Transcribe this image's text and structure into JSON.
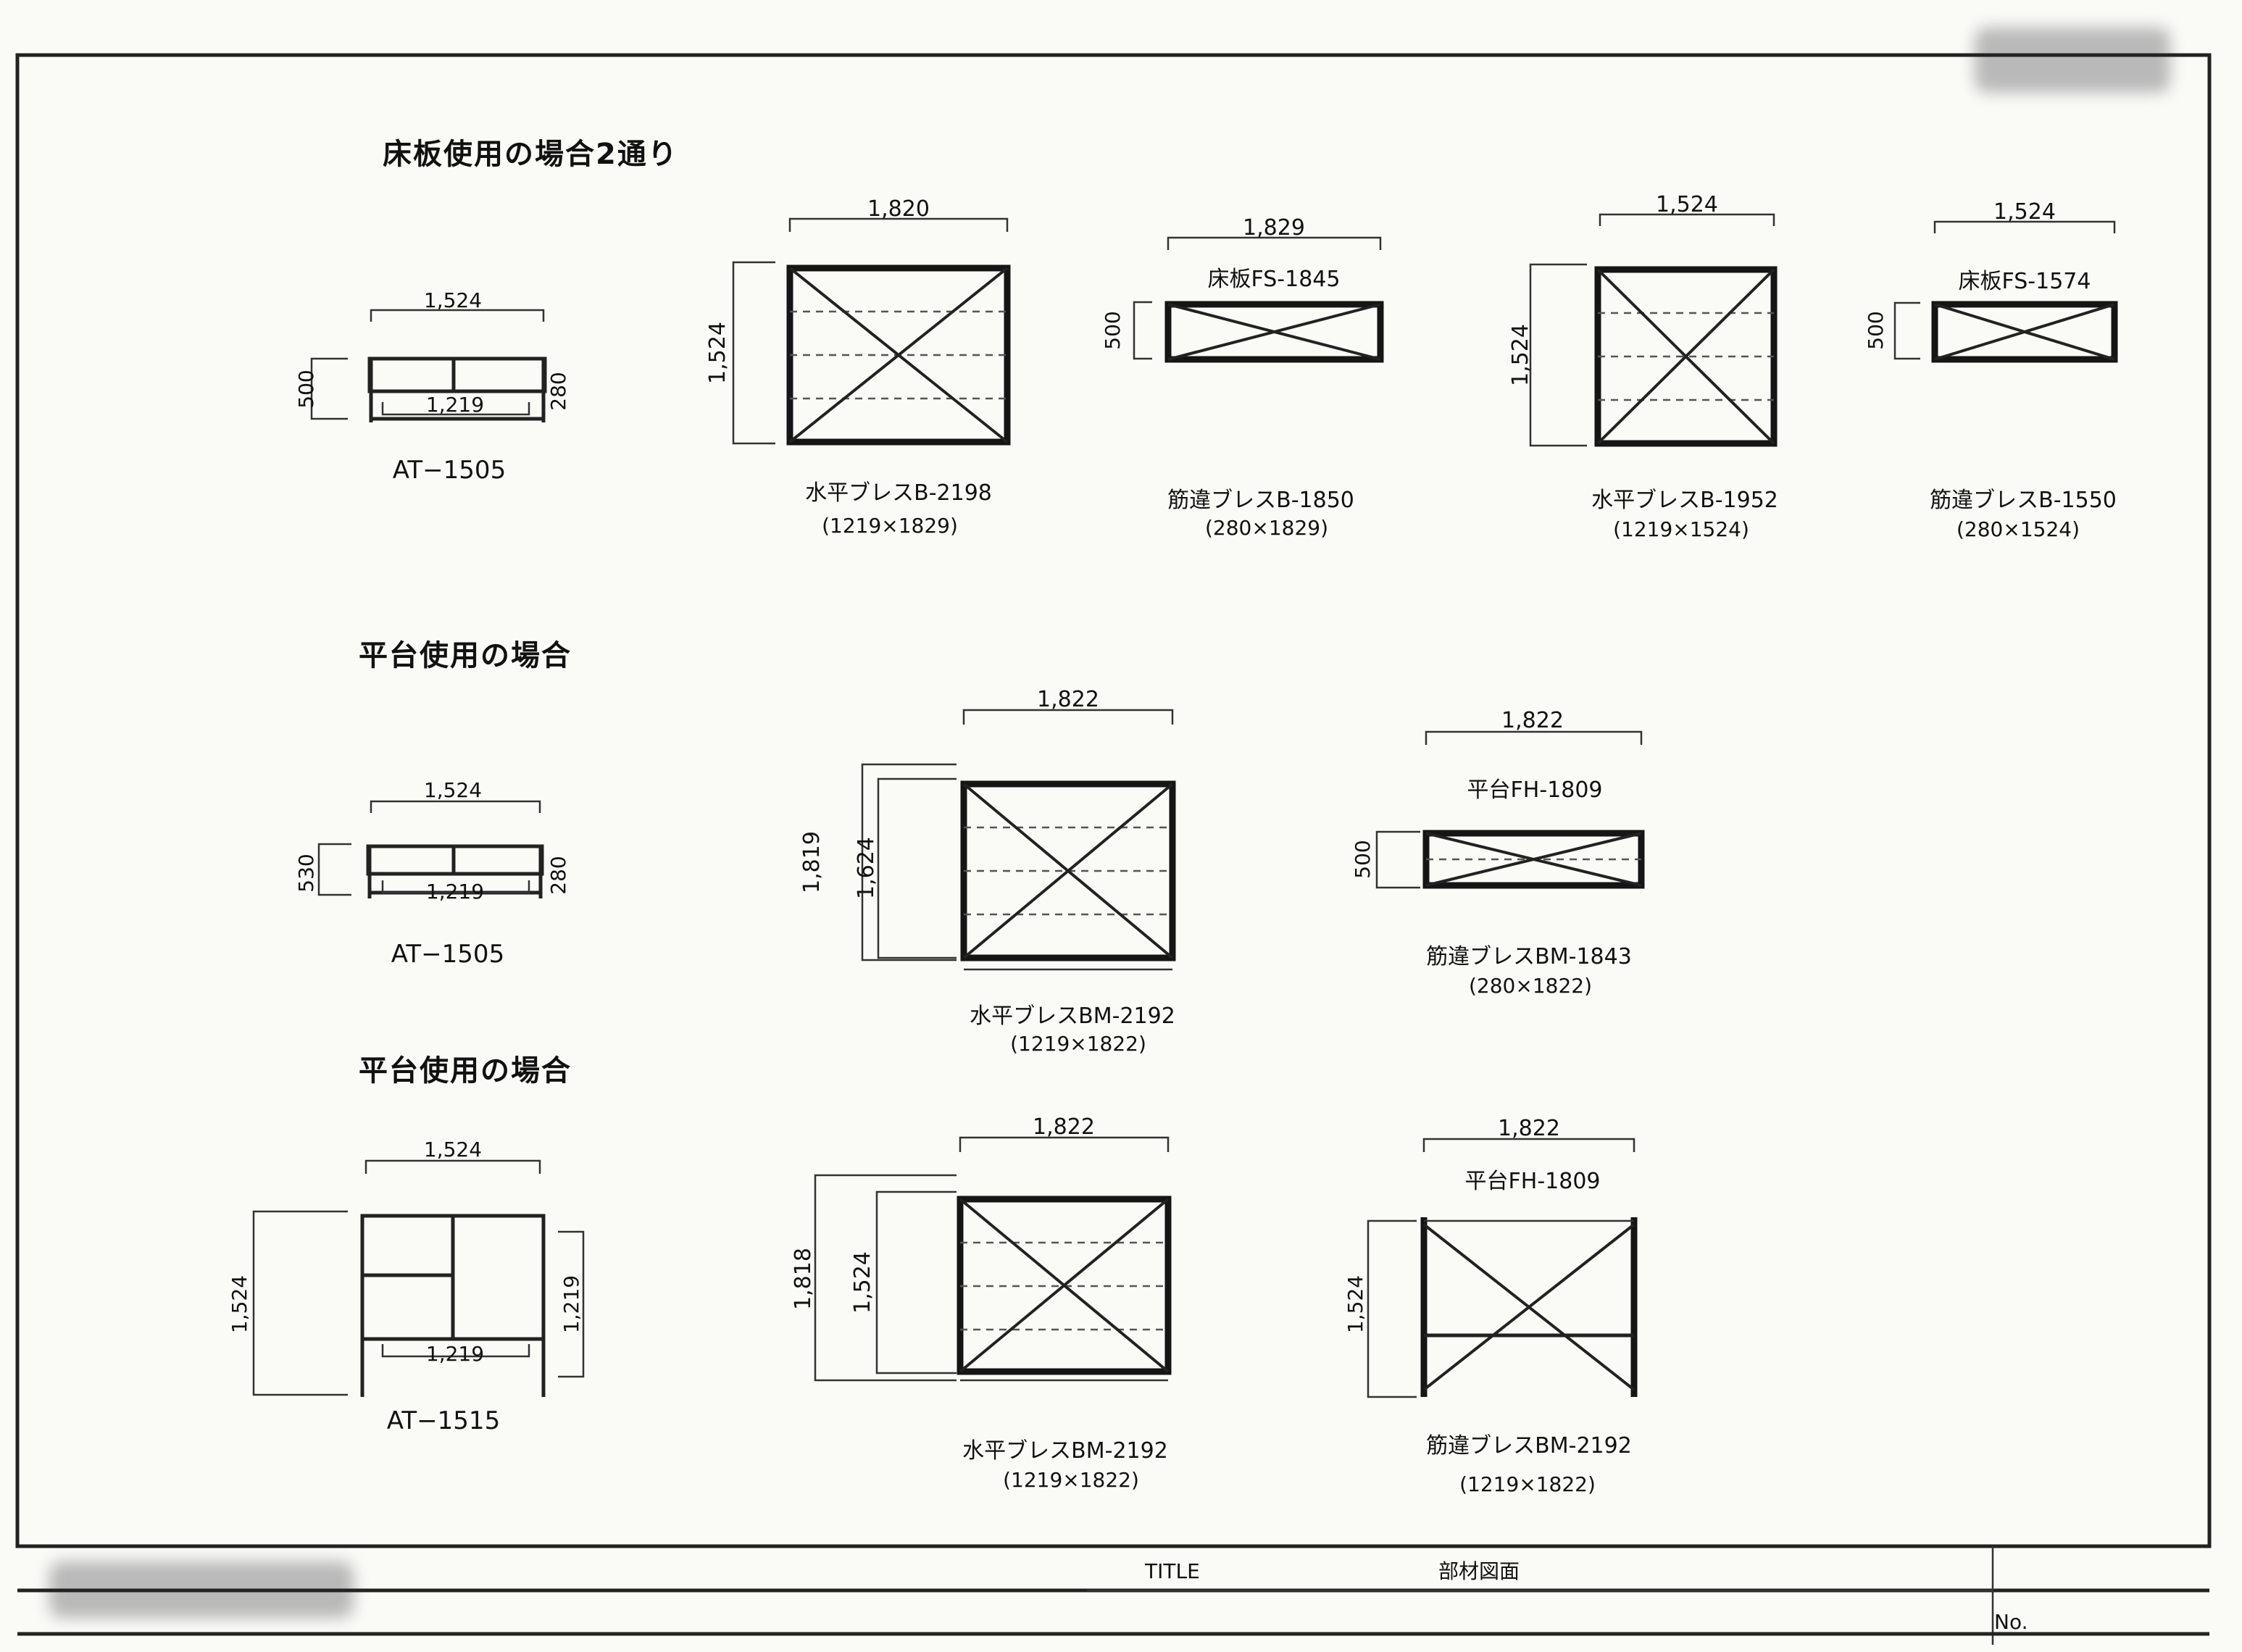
{
  "sections": [
    {
      "title": "床板使用の場合2通り"
    },
    {
      "title": "平台使用の場合"
    },
    {
      "title": "平台使用の場合"
    }
  ],
  "row1": {
    "at_top": "1,524",
    "at_left": "500",
    "at_right": "280",
    "at_bottom": "1,219",
    "at_label": "AT−1505",
    "b1_top": "1,820",
    "b1_left": "1,524",
    "b1_name": "水平ブレスB-2198",
    "b1_size": "(1219×1829)",
    "p1_top": "1,829",
    "p1_plate": "床板FS-1845",
    "p1_left": "500",
    "p1_name": "筋違ブレスB-1850",
    "p1_size": "(280×1829)",
    "b2_top": "1,524",
    "b2_left": "1,524",
    "b2_name": "水平ブレスB-1952",
    "b2_size": "(1219×1524)",
    "p2_top": "1,524",
    "p2_plate": "床板FS-1574",
    "p2_left": "500",
    "p2_name": "筋違ブレスB-1550",
    "p2_size": "(280×1524)"
  },
  "row2": {
    "at_top": "1,524",
    "at_left": "530",
    "at_right": "280",
    "at_bottom": "1,219",
    "at_label": "AT−1505",
    "b_top": "1,822",
    "b_outer": "1,819",
    "b_inner": "1,624",
    "b_name": "水平ブレスBM-2192",
    "b_size": "(1219×1822)",
    "p_top": "1,822",
    "p_plate": "平台FH-1809",
    "p_left": "500",
    "p_name": "筋違ブレスBM-1843",
    "p_size": "(280×1822)"
  },
  "row3": {
    "at_top": "1,524",
    "at_left": "1,524",
    "at_right": "1,219",
    "at_bottom": "1,219",
    "at_label": "AT−1515",
    "b_top": "1,822",
    "b_outer": "1,818",
    "b_inner": "1,524",
    "b_name": "水平ブレスBM-2192",
    "b_size": "(1219×1822)",
    "p_top": "1,822",
    "p_plate": "平台FH-1809",
    "p_left": "1,524",
    "p_name": "筋違ブレスBM-2192",
    "p_size": "(1219×1822)"
  },
  "title_block": {
    "title_key": "TITLE",
    "title_value": "部材図面",
    "no_label": "No."
  }
}
